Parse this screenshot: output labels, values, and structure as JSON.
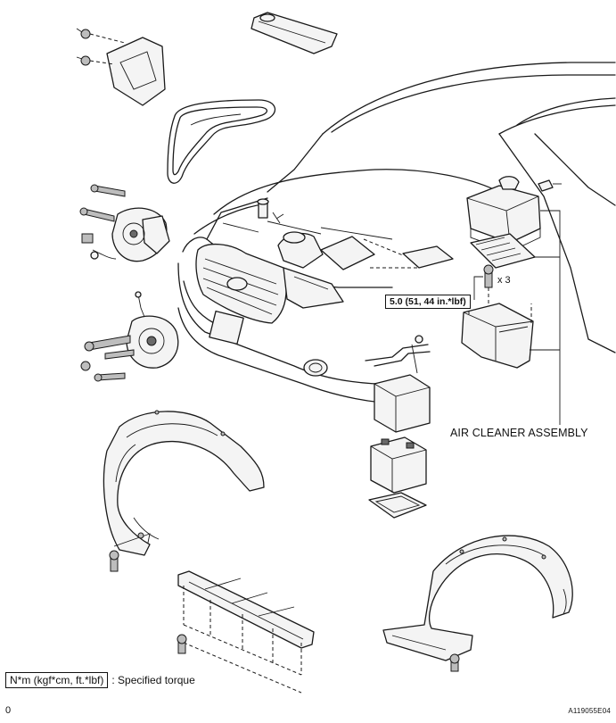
{
  "labels": {
    "air_cleaner": "AIR CLEANER ASSEMBLY",
    "torque_value": "5.0 (51, 44 in.*lbf)",
    "quantity": "x 3"
  },
  "legend": {
    "box": "N*m (kgf*cm, ft.*lbf)",
    "text": ": Specified torque"
  },
  "codes": {
    "left": "0",
    "figure": "A119055E04"
  }
}
